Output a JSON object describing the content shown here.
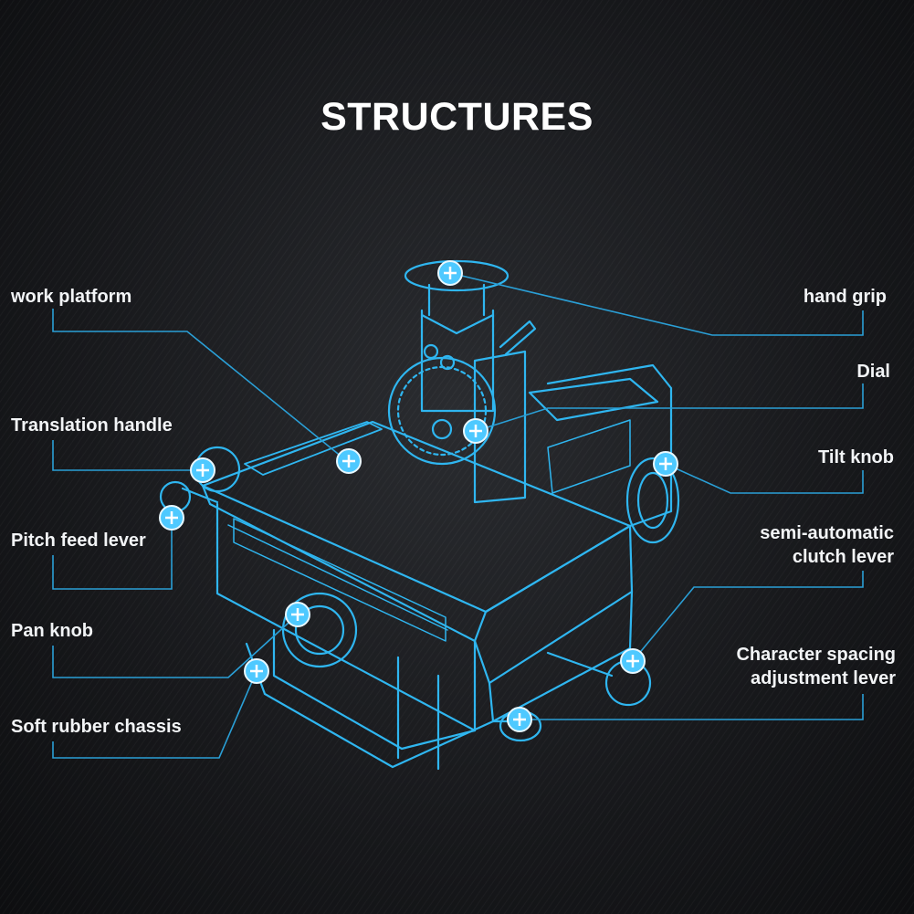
{
  "title": "STRUCTURES",
  "colors": {
    "background": "#17181b",
    "line": "#2fb6f0",
    "marker": "#4ec9ff",
    "text": "#f2f4f6"
  },
  "labels": {
    "work_platform": "work platform",
    "translation_handle": "Translation handle",
    "pitch_feed_lever": "Pitch feed lever",
    "pan_knob": "Pan knob",
    "soft_rubber_chassis": "Soft rubber chassis",
    "hand_grip": "hand grip",
    "dial": "Dial",
    "tilt_knob": "Tilt knob",
    "semi_automatic_line1": "semi-automatic",
    "semi_automatic_line2": "clutch lever",
    "character_spacing_line1": "Character spacing",
    "character_spacing_line2": "adjustment lever"
  },
  "markers": [
    "hand-grip",
    "dial",
    "work-platform",
    "translation-handle",
    "tilt-knob",
    "pitch-feed-lever",
    "pan-knob",
    "soft-rubber-chassis",
    "character-spacing-adjustment-lever",
    "semi-automatic-clutch-lever"
  ]
}
